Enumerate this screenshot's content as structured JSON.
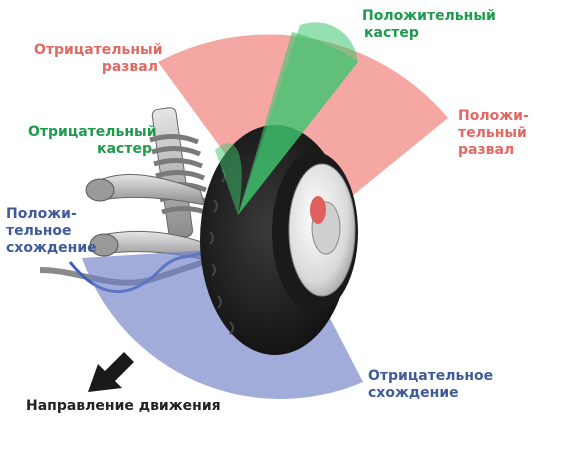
{
  "labels": {
    "positive_caster": [
      "Положительный",
      "кастер"
    ],
    "negative_camber": [
      "Отрицательный",
      "развал"
    ],
    "positive_camber": [
      "Положи-",
      "тельный",
      "развал"
    ],
    "negative_caster": [
      "Отрицательный",
      "кастер"
    ],
    "positive_toe": [
      "Положи-",
      "тельное",
      "схождение"
    ],
    "negative_toe": [
      "Отрицательное",
      "схождение"
    ],
    "direction": "Направление движения"
  },
  "colors": {
    "camber_sector": "#f28a86",
    "caster_sector": "#3fc46f",
    "toe_sector": "#6f7fc6",
    "red_text": "#e06a63",
    "green_text": "#1f9a4e",
    "blue_text": "#3f5b9a"
  },
  "icons": {
    "direction_arrow": "arrow-down-left-icon"
  }
}
